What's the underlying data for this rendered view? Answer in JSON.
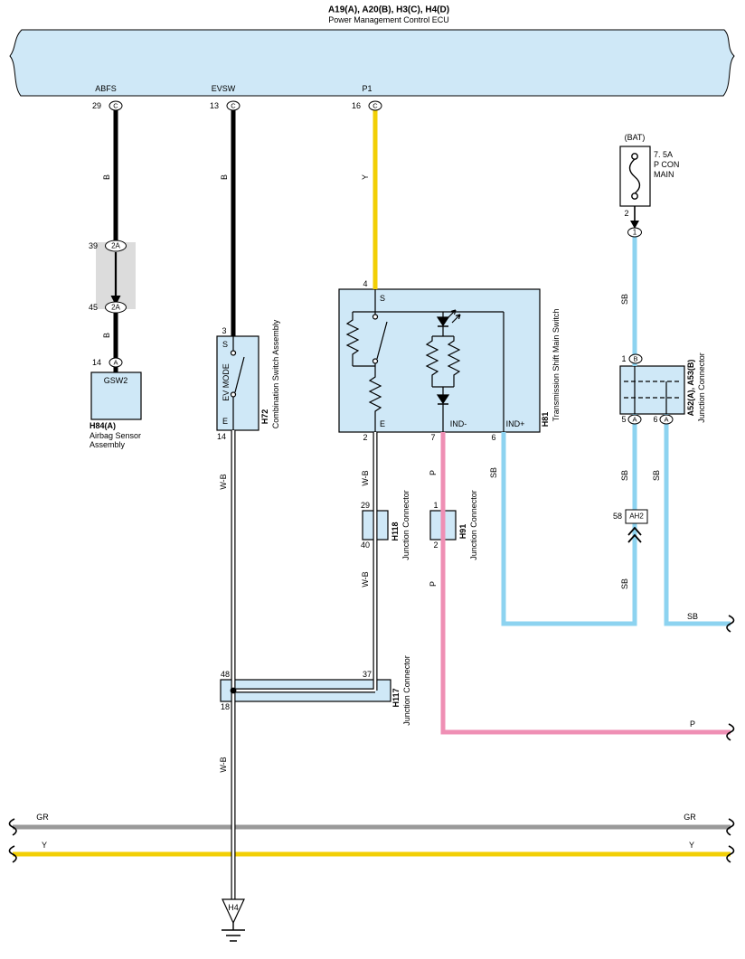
{
  "ecu": {
    "title": "A19(A), A20(B), H3(C), H4(D)",
    "subtitle": "Power Management Control ECU",
    "pins": [
      {
        "name": "ABFS",
        "num": "29",
        "conn": "C"
      },
      {
        "name": "EVSW",
        "num": "13",
        "conn": "C"
      },
      {
        "name": "P1",
        "num": "16",
        "conn": "C"
      }
    ]
  },
  "airbag": {
    "shield_pin_top": "39",
    "shield_conn_top": "2A",
    "shield_pin_bottom": "45",
    "shield_conn_bottom": "2A",
    "pin": "14",
    "conn": "A",
    "box_label": "GSW2",
    "code": "H84(A)",
    "name_line1": "Airbag Sensor",
    "name_line2": "Assembly"
  },
  "combo": {
    "pin_top": "3",
    "s": "S",
    "e": "E",
    "mode": "EV MODE",
    "pin_bottom": "14",
    "code": "H72",
    "name": "Combination Switch Assembly"
  },
  "shift": {
    "pin_top": "4",
    "s": "S",
    "e": "E",
    "ind_minus": "IND-",
    "ind_plus": "IND+",
    "pin_e": "2",
    "pin_ind_minus": "7",
    "pin_ind_plus": "6",
    "code": "H81",
    "name": "Transmission Shift Main Switch"
  },
  "h118": {
    "pin_top": "29",
    "pin_bottom": "40",
    "code": "H118",
    "name": "Junction Connector"
  },
  "h91": {
    "pin_top": "1",
    "pin_bottom": "2",
    "code": "H91",
    "name": "Junction Connector"
  },
  "h117": {
    "pin_tl": "48",
    "pin_bl": "18",
    "pin_tr": "37",
    "code": "H117",
    "name": "Junction Connector"
  },
  "fuse": {
    "bat": "(BAT)",
    "rating": "7. 5A",
    "name1": "P CON",
    "name2": "MAIN",
    "pin": "2",
    "node": "1"
  },
  "a52": {
    "pin_top": "1",
    "conn_top": "B",
    "pin_b1": "5",
    "conn_b1": "A",
    "pin_b2": "6",
    "conn_b2": "A",
    "code": "A52(A), A53(B)",
    "name": "Junction Connector"
  },
  "ah2": {
    "num": "58",
    "label": "AH2"
  },
  "ground": {
    "label": "H4"
  },
  "wire_labels": {
    "b": "B",
    "y": "Y",
    "wb": "W-B",
    "p": "P",
    "sb": "SB",
    "gr": "GR"
  },
  "colors": {
    "band": "#cfe8f7",
    "box": "#cfe8f7",
    "shield": "#dcdcdc",
    "yellow": "#f2cf05",
    "pink": "#ef8fb4",
    "sky_blue": "#8dd3f0",
    "gray": "#9a9a9a"
  }
}
